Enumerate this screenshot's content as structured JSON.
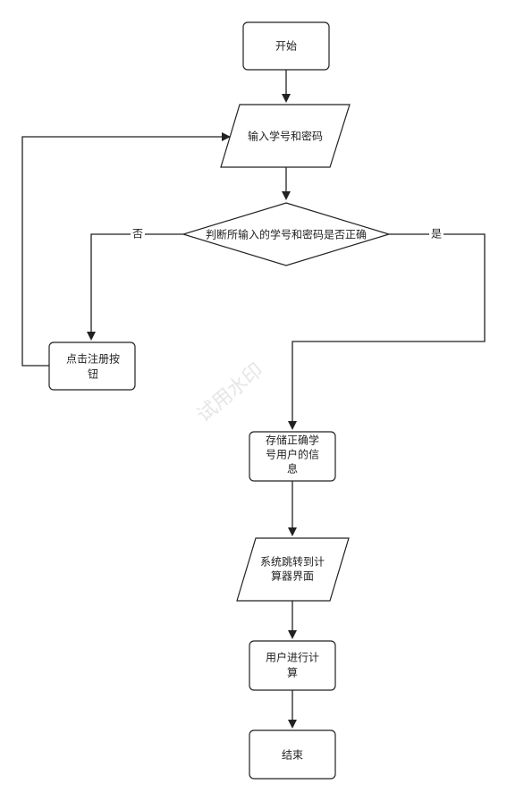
{
  "nodes": {
    "start": "开始",
    "input": "输入学号和密码",
    "decision": "判断所输入的学号和密码是否正确",
    "register": [
      "点击注册按",
      "钮"
    ],
    "store": [
      "存储正确学",
      "号用户的信",
      "息"
    ],
    "redirect": [
      "系统跳转到计",
      "算器界面"
    ],
    "compute": [
      "用户进行计",
      "算"
    ],
    "end": "结束"
  },
  "edges": {
    "no_label": "否",
    "yes_label": "是"
  },
  "watermark": "试用水印"
}
